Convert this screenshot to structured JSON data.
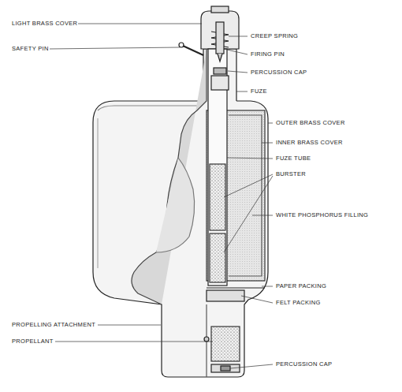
{
  "diagram": {
    "labels": [
      "LIGHT BRASS COVER",
      "SAFETY PIN",
      "PROPELLING ATTACHMENT",
      "PROPELLANT",
      "CREEP SPRING",
      "FIRING PIN",
      "PERCUSSION CAP",
      "FUZE",
      "OUTER BRASS COVER",
      "INNER BRASS COVER",
      "FUZE TUBE",
      "BURSTER",
      "WHITE PHOSPHORUS FILLING",
      "PAPER PACKING",
      "FELT PACKING",
      "PERCUSSION CAP"
    ]
  }
}
